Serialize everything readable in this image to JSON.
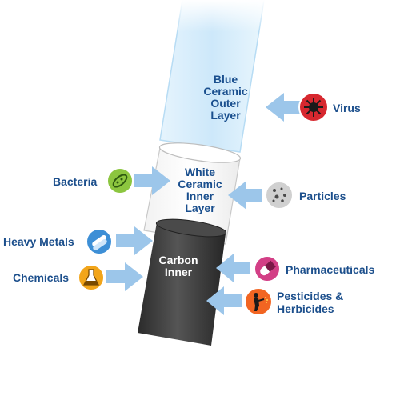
{
  "layers": {
    "outer": {
      "label": "Blue\nCeramic\nOuter\nLayer",
      "color": "#1a4f8e",
      "fill": "#d9eefb"
    },
    "middle": {
      "label": "White\nCeramic\nInner\nLayer",
      "color": "#1a4f8e",
      "fill": "#ffffff"
    },
    "core": {
      "label": "Carbon\nInner",
      "color": "#ffffff",
      "fill": "#3a3a3a"
    }
  },
  "contaminants": [
    {
      "label": "Virus",
      "icon": "virus-icon",
      "color": "#d7282f"
    },
    {
      "label": "Bacteria",
      "icon": "bacteria-icon",
      "color": "#8cc63f"
    },
    {
      "label": "Particles",
      "icon": "particles-icon",
      "color": "#d0d0d0"
    },
    {
      "label": "Heavy Metals",
      "icon": "heavy-metals-icon",
      "color": "#3d8fd6"
    },
    {
      "label": "Chemicals",
      "icon": "chemicals-icon",
      "color": "#f2a51a"
    },
    {
      "label": "Pharmaceuticals",
      "icon": "pharmaceuticals-icon",
      "color": "#d33f86"
    },
    {
      "label": "Pesticides &\nHerbicides",
      "icon": "pesticides-icon",
      "color": "#f26522"
    }
  ],
  "arrow_color": "#9cc6ea"
}
